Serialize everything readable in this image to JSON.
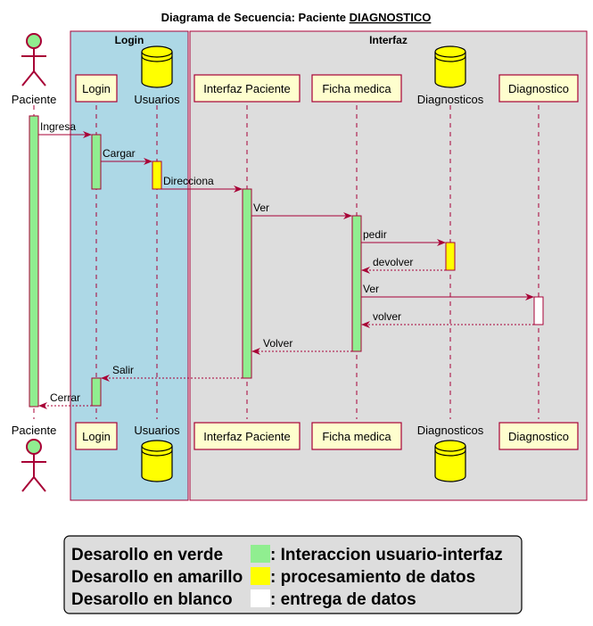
{
  "diagram": {
    "title_prefix": "Diagrama de Secuencia: Paciente ",
    "title_emphasis": "DIAGNOSTICO",
    "boxes": [
      {
        "id": "login",
        "title": "Login",
        "color": "#ADD8E6"
      },
      {
        "id": "interfaz",
        "title": "Interfaz",
        "color": "#DDDDDD"
      }
    ],
    "participants": [
      {
        "id": "paciente",
        "label": "Paciente",
        "kind": "actor",
        "color": "#90EE90"
      },
      {
        "id": "login",
        "label": "Login",
        "kind": "participant",
        "color": "#FEFECE"
      },
      {
        "id": "usuarios",
        "label": "Usuarios",
        "kind": "database",
        "color": "#FFFF00"
      },
      {
        "id": "interfaz_paciente",
        "label": "Interfaz Paciente",
        "kind": "participant",
        "color": "#FEFECE"
      },
      {
        "id": "ficha_medica",
        "label": "Ficha medica",
        "kind": "participant",
        "color": "#FEFECE"
      },
      {
        "id": "diagnosticos",
        "label": "Diagnosticos",
        "kind": "database",
        "color": "#FFFF00"
      },
      {
        "id": "diagnostico",
        "label": "Diagnostico",
        "kind": "participant",
        "color": "#FEFECE"
      }
    ],
    "messages": [
      {
        "from": "paciente",
        "to": "login",
        "label": "Ingresa",
        "style": "solid"
      },
      {
        "from": "login",
        "to": "usuarios",
        "label": "Cargar",
        "style": "solid"
      },
      {
        "from": "usuarios",
        "to": "interfaz_paciente",
        "label": "Direcciona",
        "style": "solid"
      },
      {
        "from": "interfaz_paciente",
        "to": "ficha_medica",
        "label": "Ver",
        "style": "solid"
      },
      {
        "from": "ficha_medica",
        "to": "diagnosticos",
        "label": "pedir",
        "style": "solid"
      },
      {
        "from": "diagnosticos",
        "to": "ficha_medica",
        "label": "devolver",
        "style": "dashed"
      },
      {
        "from": "ficha_medica",
        "to": "diagnostico",
        "label": "Ver",
        "style": "solid"
      },
      {
        "from": "diagnostico",
        "to": "ficha_medica",
        "label": "volver",
        "style": "dashed"
      },
      {
        "from": "ficha_medica",
        "to": "interfaz_paciente",
        "label": "Volver",
        "style": "dashed"
      },
      {
        "from": "interfaz_paciente",
        "to": "login",
        "label": "Salir",
        "style": "dashed"
      },
      {
        "from": "login",
        "to": "paciente",
        "label": "Cerrar",
        "style": "dashed"
      }
    ],
    "activations": [
      {
        "participant": "paciente",
        "color": "#90EE90"
      },
      {
        "participant": "login",
        "color": "#90EE90"
      },
      {
        "participant": "usuarios",
        "color": "#FFFF00"
      },
      {
        "participant": "interfaz_paciente",
        "color": "#90EE90"
      },
      {
        "participant": "ficha_medica",
        "color": "#90EE90"
      },
      {
        "participant": "diagnosticos",
        "color": "#FFFF00"
      },
      {
        "participant": "diagnostico",
        "color": "#FFFFFF"
      },
      {
        "participant": "login",
        "color": "#90EE90"
      }
    ],
    "arrow_color": "#A80036",
    "legend": [
      {
        "text": "Desarollo en verde",
        "color": "#90EE90",
        "desc": ": Interaccion usuario-interfaz"
      },
      {
        "text": "Desarollo en amarillo",
        "color": "#FFFF00",
        "desc": ": procesamiento de datos"
      },
      {
        "text": "Desarollo en blanco",
        "color": "#FFFFFF",
        "desc": ": entrega de datos"
      }
    ]
  }
}
